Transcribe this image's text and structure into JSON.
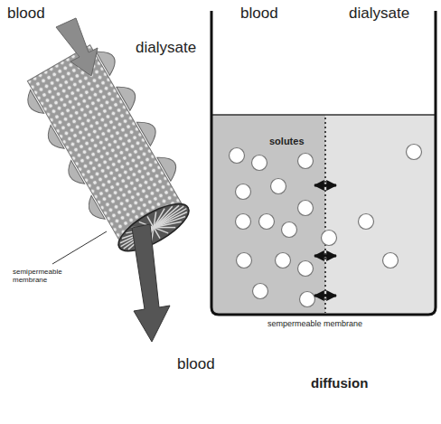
{
  "diagram": {
    "labels": [
      "blood",
      "dialysate",
      "semipermeable membrane",
      "blood",
      "blood",
      "dialysate",
      "solutes",
      "sempermeable membrane",
      "diffusion"
    ]
  }
}
